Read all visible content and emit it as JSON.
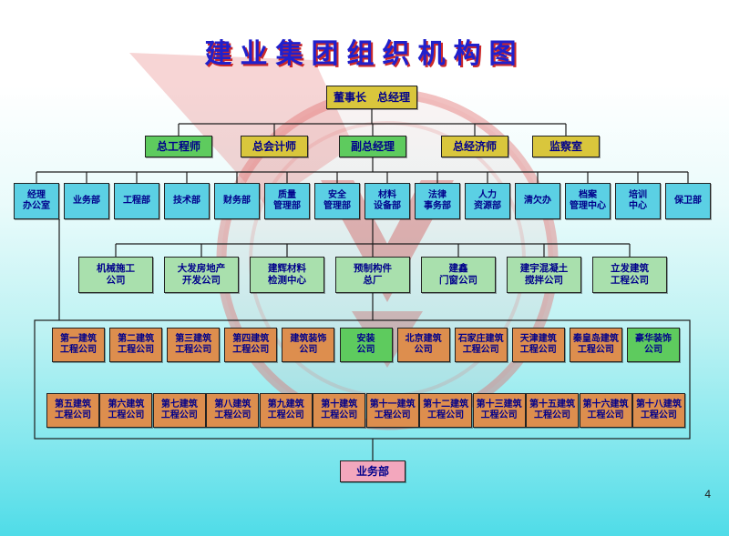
{
  "title": "建业集团组织机构图",
  "page_number": "4",
  "colors": {
    "yellow": "#d9c63c",
    "green": "#5ecb5e",
    "cyan": "#5bd0e4",
    "lightgreen": "#a9e0ad",
    "orange": "#dd8e4e",
    "pink": "#f3a7bd",
    "title_blue": "#2020cc",
    "title_red": "#cc2a2a",
    "box_text": "#00008b",
    "line": "#1c1c1c"
  },
  "org": {
    "root": {
      "label": "董事长　总经理",
      "color": "yellow"
    },
    "level2": [
      {
        "label": "总工程师",
        "color": "green"
      },
      {
        "label": "总会计师",
        "color": "yellow"
      },
      {
        "label": "副总经理",
        "color": "green"
      },
      {
        "label": "总经济师",
        "color": "yellow"
      },
      {
        "label": "监察室",
        "color": "yellow"
      }
    ],
    "level3": [
      {
        "label": "经理\n办公室",
        "color": "cyan"
      },
      {
        "label": "业务部",
        "color": "cyan"
      },
      {
        "label": "工程部",
        "color": "cyan"
      },
      {
        "label": "技术部",
        "color": "cyan"
      },
      {
        "label": "财务部",
        "color": "cyan"
      },
      {
        "label": "质量\n管理部",
        "color": "cyan"
      },
      {
        "label": "安全\n管理部",
        "color": "cyan"
      },
      {
        "label": "材料\n设备部",
        "color": "cyan"
      },
      {
        "label": "法律\n事务部",
        "color": "cyan"
      },
      {
        "label": "人力\n资源部",
        "color": "cyan"
      },
      {
        "label": "清欠办",
        "color": "cyan"
      },
      {
        "label": "档案\n管理中心",
        "color": "cyan"
      },
      {
        "label": "培训\n中心",
        "color": "cyan"
      },
      {
        "label": "保卫部",
        "color": "cyan"
      }
    ],
    "level4": [
      {
        "label": "机械施工\n公司",
        "color": "lightgreen"
      },
      {
        "label": "大发房地产\n开发公司",
        "color": "lightgreen"
      },
      {
        "label": "建辉材料\n检测中心",
        "color": "lightgreen"
      },
      {
        "label": "预制构件\n总厂",
        "color": "lightgreen"
      },
      {
        "label": "建鑫\n门窗公司",
        "color": "lightgreen"
      },
      {
        "label": "建宇混凝土\n搅拌公司",
        "color": "lightgreen"
      },
      {
        "label": "立发建筑\n工程公司",
        "color": "lightgreen"
      }
    ],
    "level5": [
      {
        "label": "第一建筑\n工程公司",
        "color": "orange"
      },
      {
        "label": "第二建筑\n工程公司",
        "color": "orange"
      },
      {
        "label": "第三建筑\n工程公司",
        "color": "orange"
      },
      {
        "label": "第四建筑\n工程公司",
        "color": "orange"
      },
      {
        "label": "建筑装饰\n公司",
        "color": "orange"
      },
      {
        "label": "安装\n公司",
        "color": "green"
      },
      {
        "label": "北京建筑\n公司",
        "color": "orange"
      },
      {
        "label": "石家庄建筑\n工程公司",
        "color": "orange"
      },
      {
        "label": "天津建筑\n工程公司",
        "color": "orange"
      },
      {
        "label": "秦皇岛建筑\n工程公司",
        "color": "orange"
      },
      {
        "label": "豪华装饰\n公司",
        "color": "green"
      }
    ],
    "level6": [
      {
        "label": "第五建筑\n工程公司",
        "color": "orange"
      },
      {
        "label": "第六建筑\n工程公司",
        "color": "orange"
      },
      {
        "label": "第七建筑\n工程公司",
        "color": "orange"
      },
      {
        "label": "第八建筑\n工程公司",
        "color": "orange"
      },
      {
        "label": "第九建筑\n工程公司",
        "color": "orange"
      },
      {
        "label": "第十建筑\n工程公司",
        "color": "orange"
      },
      {
        "label": "第十一建筑\n工程公司",
        "color": "orange"
      },
      {
        "label": "第十二建筑\n工程公司",
        "color": "orange"
      },
      {
        "label": "第十三建筑\n工程公司",
        "color": "orange"
      },
      {
        "label": "第十五建筑\n工程公司",
        "color": "orange"
      },
      {
        "label": "第十六建筑\n工程公司",
        "color": "orange"
      },
      {
        "label": "第十八建筑\n工程公司",
        "color": "orange"
      }
    ],
    "bottom": {
      "label": "业务部",
      "color": "pink"
    }
  }
}
